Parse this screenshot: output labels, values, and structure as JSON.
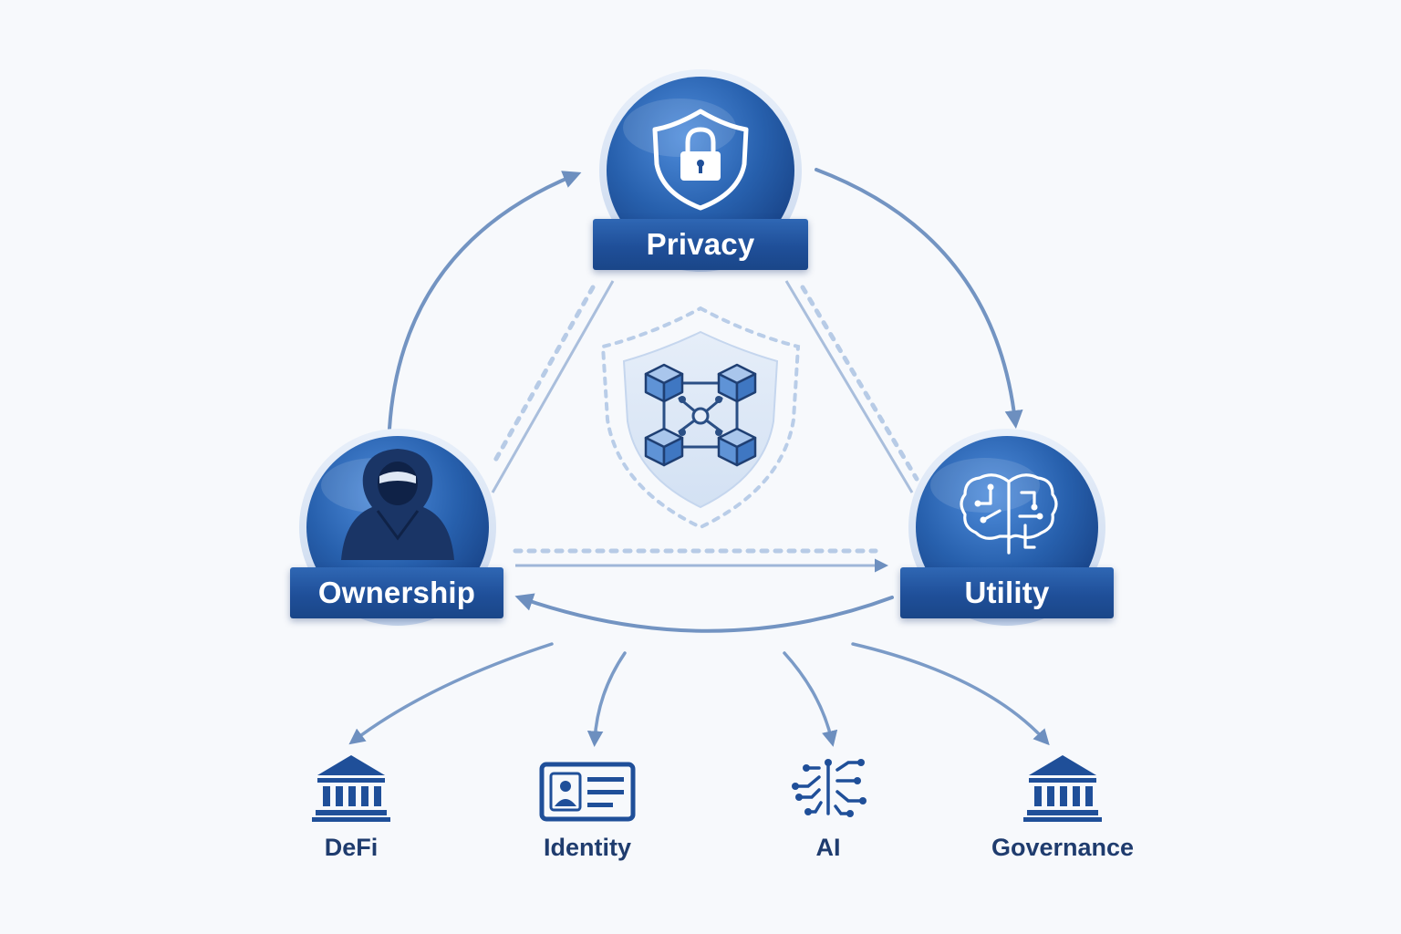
{
  "nodes": {
    "privacy": {
      "label": "Privacy",
      "icon": "shield-lock-icon"
    },
    "ownership": {
      "label": "Ownership",
      "icon": "hooded-user-icon"
    },
    "utility": {
      "label": "Utility",
      "icon": "brain-circuit-icon"
    }
  },
  "center": {
    "icon": "blockchain-network-shield-icon"
  },
  "applications": [
    {
      "label": "DeFi",
      "icon": "bank-building-icon"
    },
    {
      "label": "Identity",
      "icon": "id-card-icon"
    },
    {
      "label": "AI",
      "icon": "circuit-icon"
    },
    {
      "label": "Governance",
      "icon": "bank-building-icon"
    }
  ],
  "colors": {
    "primary": "#1f4f99",
    "accent": "#3b7bd0",
    "connector": "#6d8fbf",
    "text": "#1f3c6e",
    "background": "#f7f9fc"
  }
}
